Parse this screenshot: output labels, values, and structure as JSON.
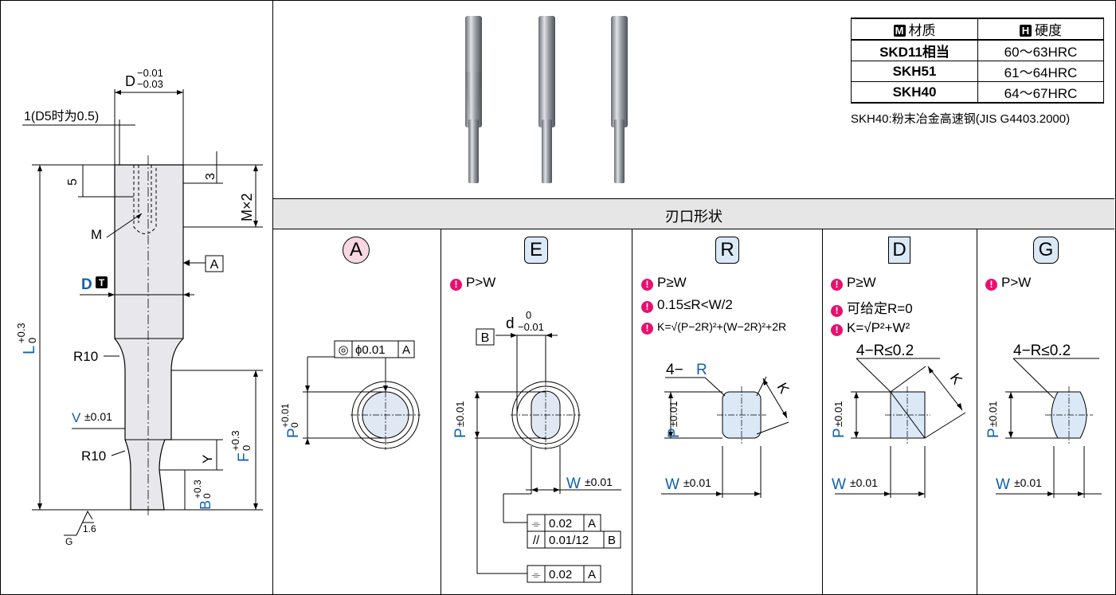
{
  "table": {
    "header_material": "材质",
    "header_hardness": "硬度",
    "header_material_badge": "M",
    "header_hardness_badge": "H",
    "rows": [
      {
        "material": "SKD11相当",
        "hardness": "60～63HRC"
      },
      {
        "material": "SKH51",
        "hardness": "61～64HRC"
      },
      {
        "material": "SKH40",
        "hardness": "64～67HRC"
      }
    ],
    "note": "SKH40:粉末冶金高速钢(JIS G4403.2000)"
  },
  "section_title": "刃口形状",
  "main_drawing": {
    "d_label": "D",
    "d_tol_top": "−0.01",
    "d_tol_bottom": "−0.03",
    "chamfer_note": "1(D5时为0.5)",
    "dim_5": "5",
    "dim_3": "3",
    "dim_mx2": "M×2",
    "m_label": "M",
    "datum_a": "A",
    "d_t_label": "D",
    "t_badge": "T",
    "l_label": "L",
    "l_tol_top": "+0.3",
    "l_tol_bottom": "0",
    "r10_top": "R10",
    "r10_bottom": "R10",
    "v_label": "V",
    "v_tol": "±0.01",
    "y_label": "Y",
    "b_label": "B",
    "b_tol_top": "+0.3",
    "b_tol_bottom": "0",
    "f_label": "F",
    "f_tol_top": "+0.3",
    "f_tol_bottom": "0",
    "rough_value": "1.6",
    "rough_g": "G"
  },
  "shapes": [
    {
      "code": "A",
      "conditions": [],
      "concentricity": "◎",
      "conc_value": "ϕ0.01",
      "conc_datum": "A",
      "p_label": "P",
      "p_tol_top": "+0.01",
      "p_tol_bottom": "0"
    },
    {
      "code": "E",
      "conditions": [
        "P>W"
      ],
      "datum_b": "B",
      "d_label": "d",
      "d_tol_top": "0",
      "d_tol_bottom": "−0.01",
      "p_label": "P",
      "p_tol": "±0.01",
      "w_label": "W",
      "w_tol": "±0.01",
      "sym1_sym": "⌯",
      "sym1_value": "0.02",
      "sym1_datum": "A",
      "par_sym": "//",
      "par_value": "0.01/12",
      "par_datum": "B",
      "sym2_sym": "⌯",
      "sym2_value": "0.02",
      "sym2_datum": "A"
    },
    {
      "code": "R",
      "conditions": [
        "P≥W",
        "0.15≤R<W/2",
        "K=√(P−2R)²+(W−2R)²+2R"
      ],
      "r_label_prefix": "4−",
      "r_label": "R",
      "k_label": "K",
      "p_label": "P",
      "p_tol": "±0.01",
      "w_label": "W",
      "w_tol": "±0.01"
    },
    {
      "code": "D",
      "conditions": [
        "P≥W",
        "可给定R=0",
        "K=√P²+W²"
      ],
      "r_note": "4−R≤0.2",
      "k_label": "K",
      "p_label": "P",
      "p_tol": "±0.01",
      "w_label": "W",
      "w_tol": "±0.01"
    },
    {
      "code": "G",
      "conditions": [
        "P>W"
      ],
      "r_note": "4−R≤0.2",
      "p_label": "P",
      "p_tol": "±0.01",
      "w_label": "W",
      "w_tol": "±0.01"
    }
  ],
  "colors": {
    "blue_text": "#1060b0",
    "warn_icon": "#e8106e",
    "label_a_fill": "#f7d7e2",
    "label_sq_fill": "#dbe9f7",
    "part_fill": "#e8e8ec",
    "section_band": "#e6e6e6"
  }
}
